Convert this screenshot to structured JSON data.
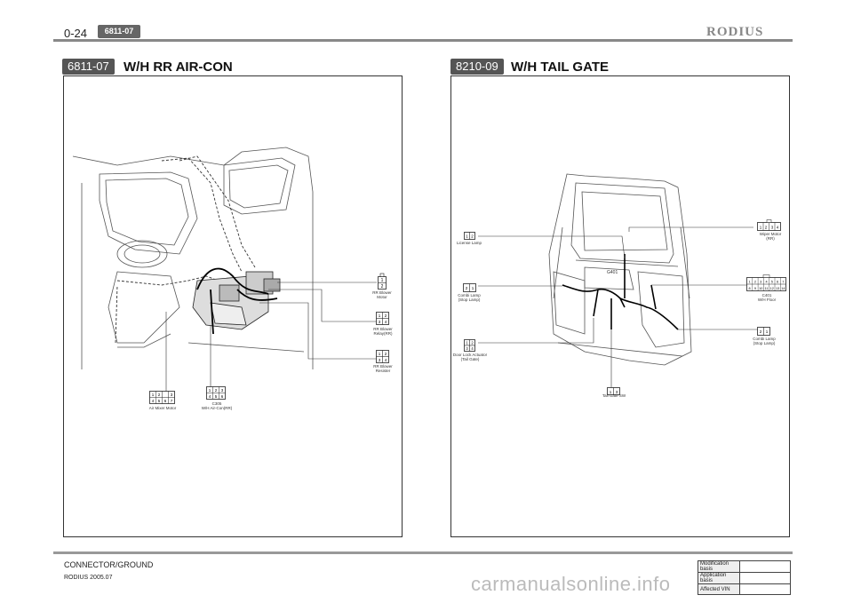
{
  "header": {
    "page_number": "0-24",
    "section_code": "6811-07",
    "brand": "RODIUS"
  },
  "left_panel": {
    "code": "6811-07",
    "title": "W/H RR AIR-CON",
    "labels": {
      "rr_blower_motor": "RR Blower\nMotor",
      "rr_blower_relay": "RR Blower\nRelay(RR)",
      "rr_blower_resister": "RR Blower\nResister",
      "air_mixer_motor": "Air Mixer Motor",
      "c305": "C305\nW/H Air-Con(RR)"
    },
    "pins": {
      "motor": [
        "1",
        "2"
      ],
      "relay": [
        "1",
        "2",
        "3",
        "4"
      ],
      "resister": [
        "1",
        "2",
        "3",
        "4"
      ],
      "mixer": [
        "1",
        "2",
        "3",
        "4",
        "5",
        "6",
        "7"
      ],
      "c305": [
        "1",
        "2",
        "3",
        "4",
        "5",
        "6"
      ]
    }
  },
  "right_panel": {
    "code": "8210-09",
    "title": "W/H TAIL GATE",
    "labels": {
      "license_lamp": "License Lamp",
      "wiper_motor": "Wiper Motor\n(RR)",
      "combi_lamp_left": "Combi Lamp\n(Stop Lamp)",
      "g401": "G401",
      "c401": "C401\nW/H Floor",
      "door_lock": "Door Lock Actuator\n(Tail Gate)",
      "combi_lamp_right": "Combi Lamp\n(Stop Lamp)",
      "tail_gate_sw": "Tail Gate SW"
    },
    "pins": {
      "license": [
        "1",
        "2"
      ],
      "wiper": [
        "1",
        "2",
        "3",
        "4"
      ],
      "combi_l": [
        "2",
        "1"
      ],
      "c401": [
        "1",
        "2",
        "3",
        "4",
        "5",
        "6",
        "7",
        "8",
        "9",
        "10",
        "11",
        "12",
        "13",
        "14"
      ],
      "door": [
        "1",
        "2",
        "3",
        "4"
      ],
      "combi_r": [
        "2",
        "1"
      ],
      "sw": [
        "1",
        "3"
      ]
    }
  },
  "footer": {
    "category": "CONNECTOR/GROUND",
    "model": "RODIUS 2005.07",
    "table": [
      {
        "key": "Modification basis",
        "value": ""
      },
      {
        "key": "Application basis",
        "value": ""
      },
      {
        "key": "Affected VIN",
        "value": ""
      }
    ],
    "watermark": "carmanualsonline.info"
  }
}
